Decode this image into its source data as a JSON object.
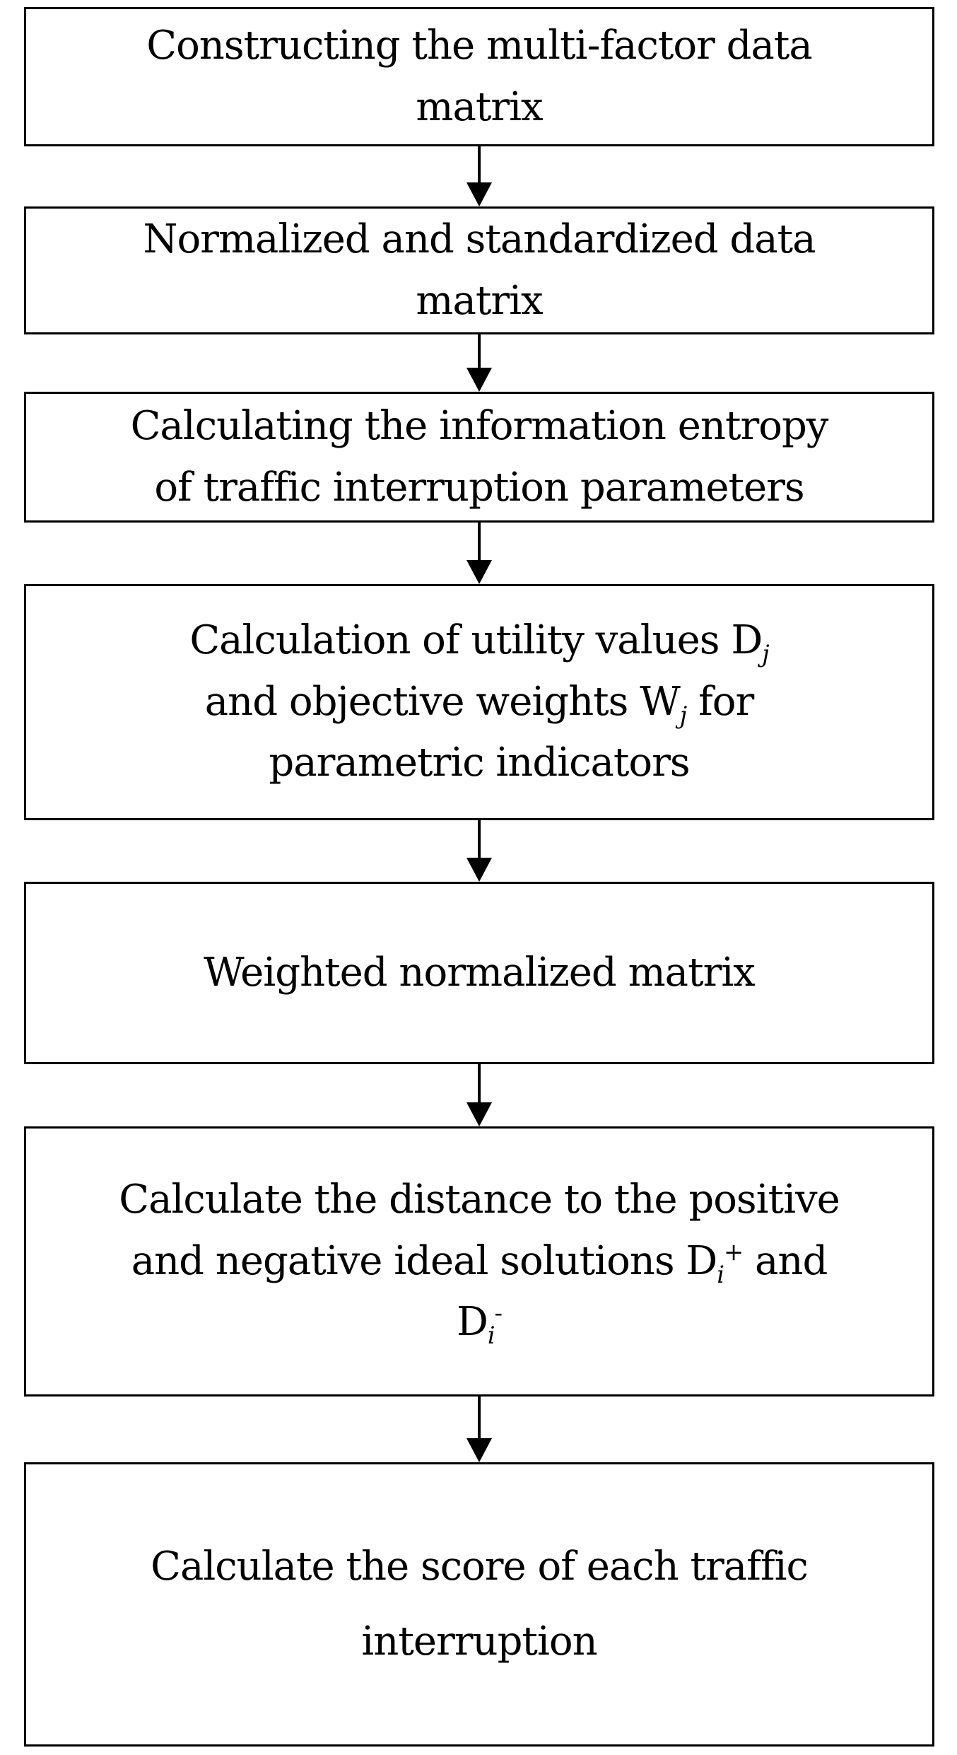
{
  "steps": [
    {
      "line1": "Constructing the  multi-factor data",
      "line2": "matrix"
    },
    {
      "line1": "Normalized and standardized data",
      "line2": "matrix"
    },
    {
      "line1": "Calculating the information entropy",
      "line2": "of traffic interruption parameters"
    },
    {
      "line1_a": "Calculation of utility values  D",
      "line1_sub": "j",
      "line2_a": "and objective weights W",
      "line2_sub": "j",
      "line2_b": " for",
      "line3": "parametric indicators"
    },
    {
      "line1": "Weighted normalized matrix"
    },
    {
      "line1": "Calculate the distance to the positive",
      "line2_a": "and negative ideal solutions D",
      "line2_sub": "i",
      "line2_sup": "+",
      "line2_b": " and",
      "line3_a": "D",
      "line3_sub": "i",
      "line3_sup": "-"
    },
    {
      "line1": "Calculate the score of each traffic",
      "line2": "interruption"
    }
  ]
}
